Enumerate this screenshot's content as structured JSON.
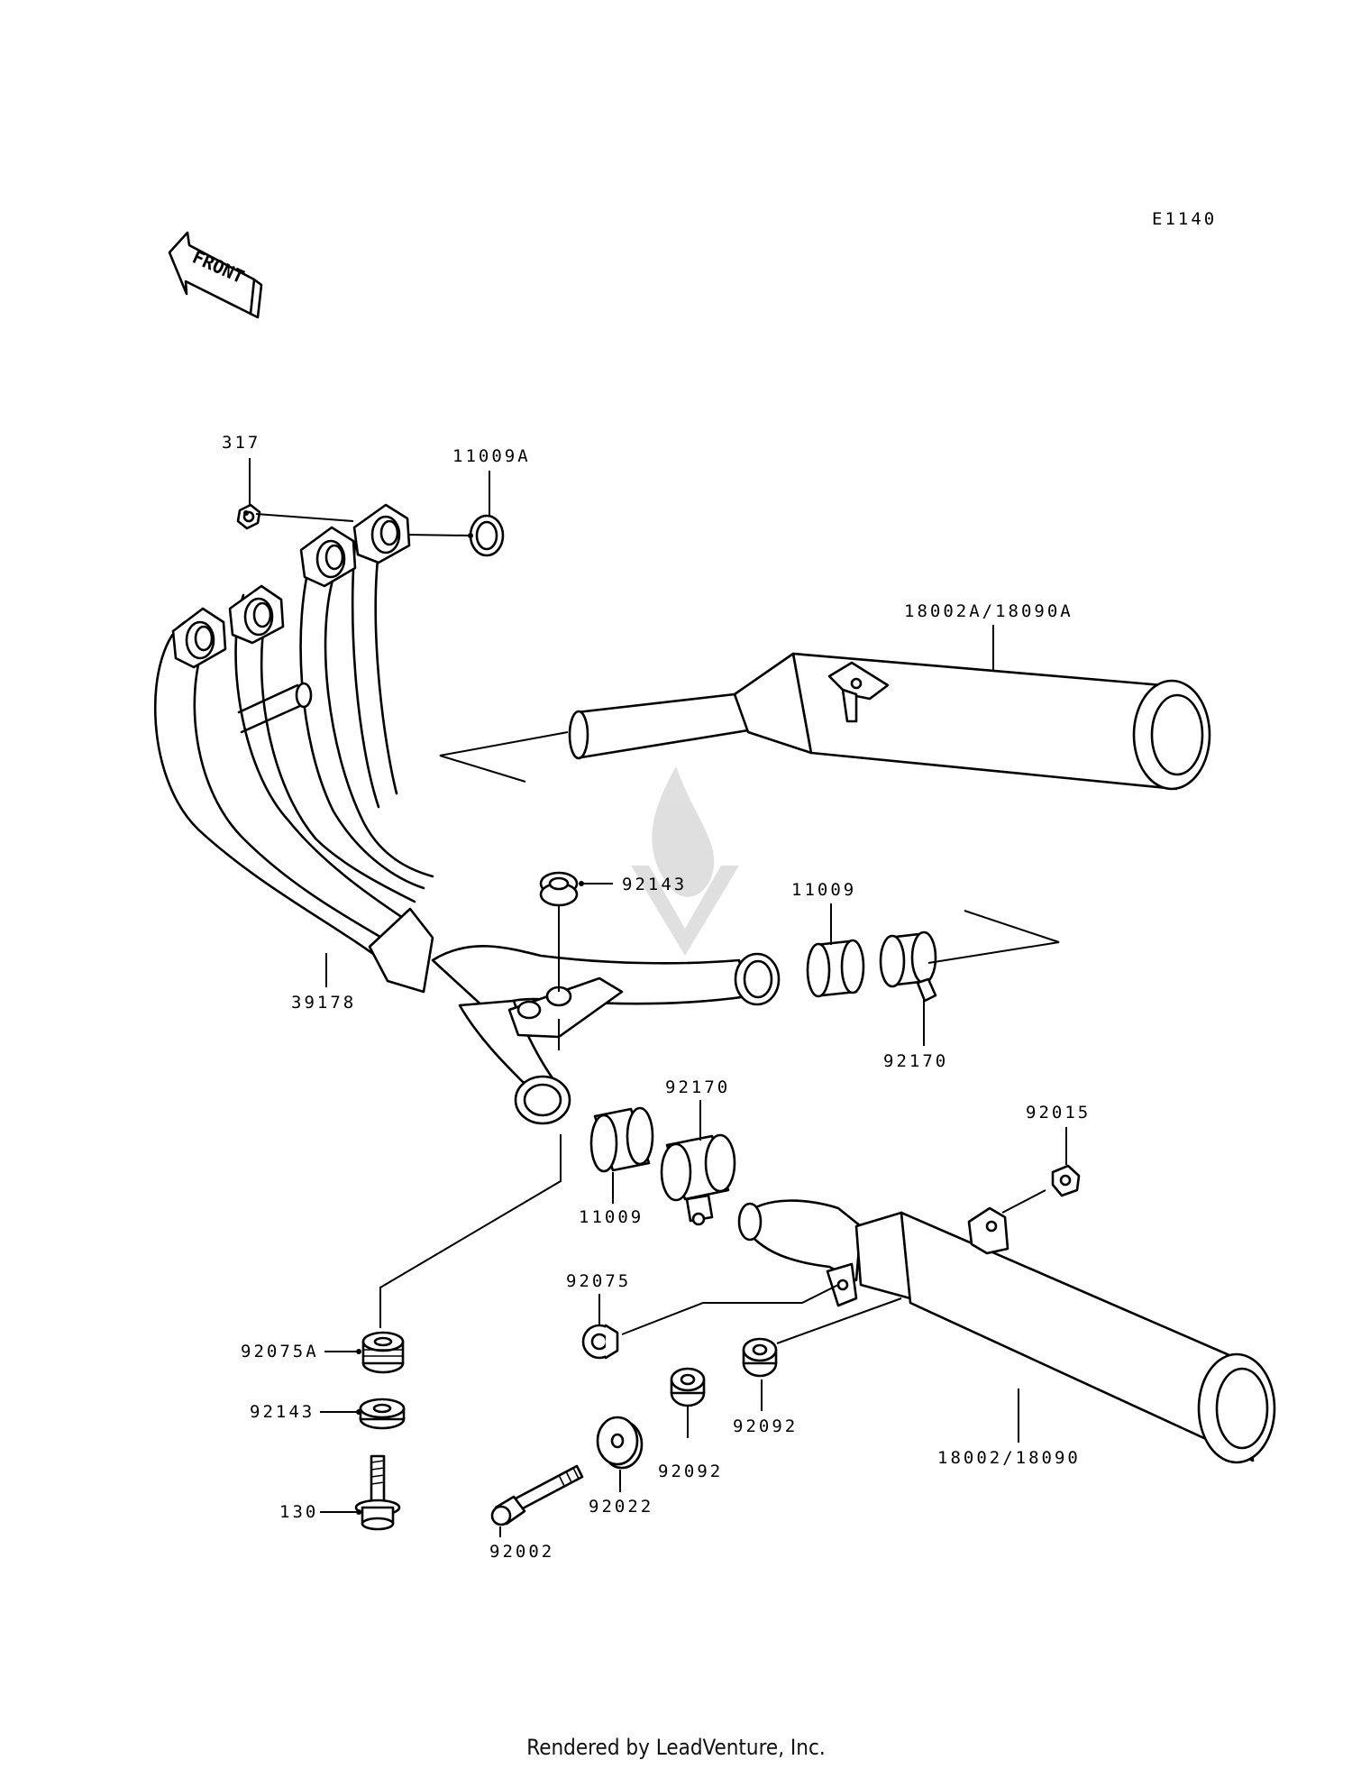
{
  "diagram_code": "E1140",
  "front_arrow_label": "FRONT",
  "footer": "Rendered by LeadVenture, Inc.",
  "callouts": {
    "p317": "317",
    "p11009A": "11009A",
    "p18002A": "18002A/18090A",
    "p92143_top": "92143",
    "p11009_top": "11009",
    "p39178": "39178",
    "p92170_right": "92170",
    "p92170_mid": "92170",
    "p92015": "92015",
    "p11009_mid": "11009",
    "p92075": "92075",
    "p92075A": "92075A",
    "p92143_bottom": "92143",
    "p130": "130",
    "p92002": "92002",
    "p92022": "92022",
    "p92092_left": "92092",
    "p92092_right": "92092",
    "p18002": "18002/18090"
  }
}
